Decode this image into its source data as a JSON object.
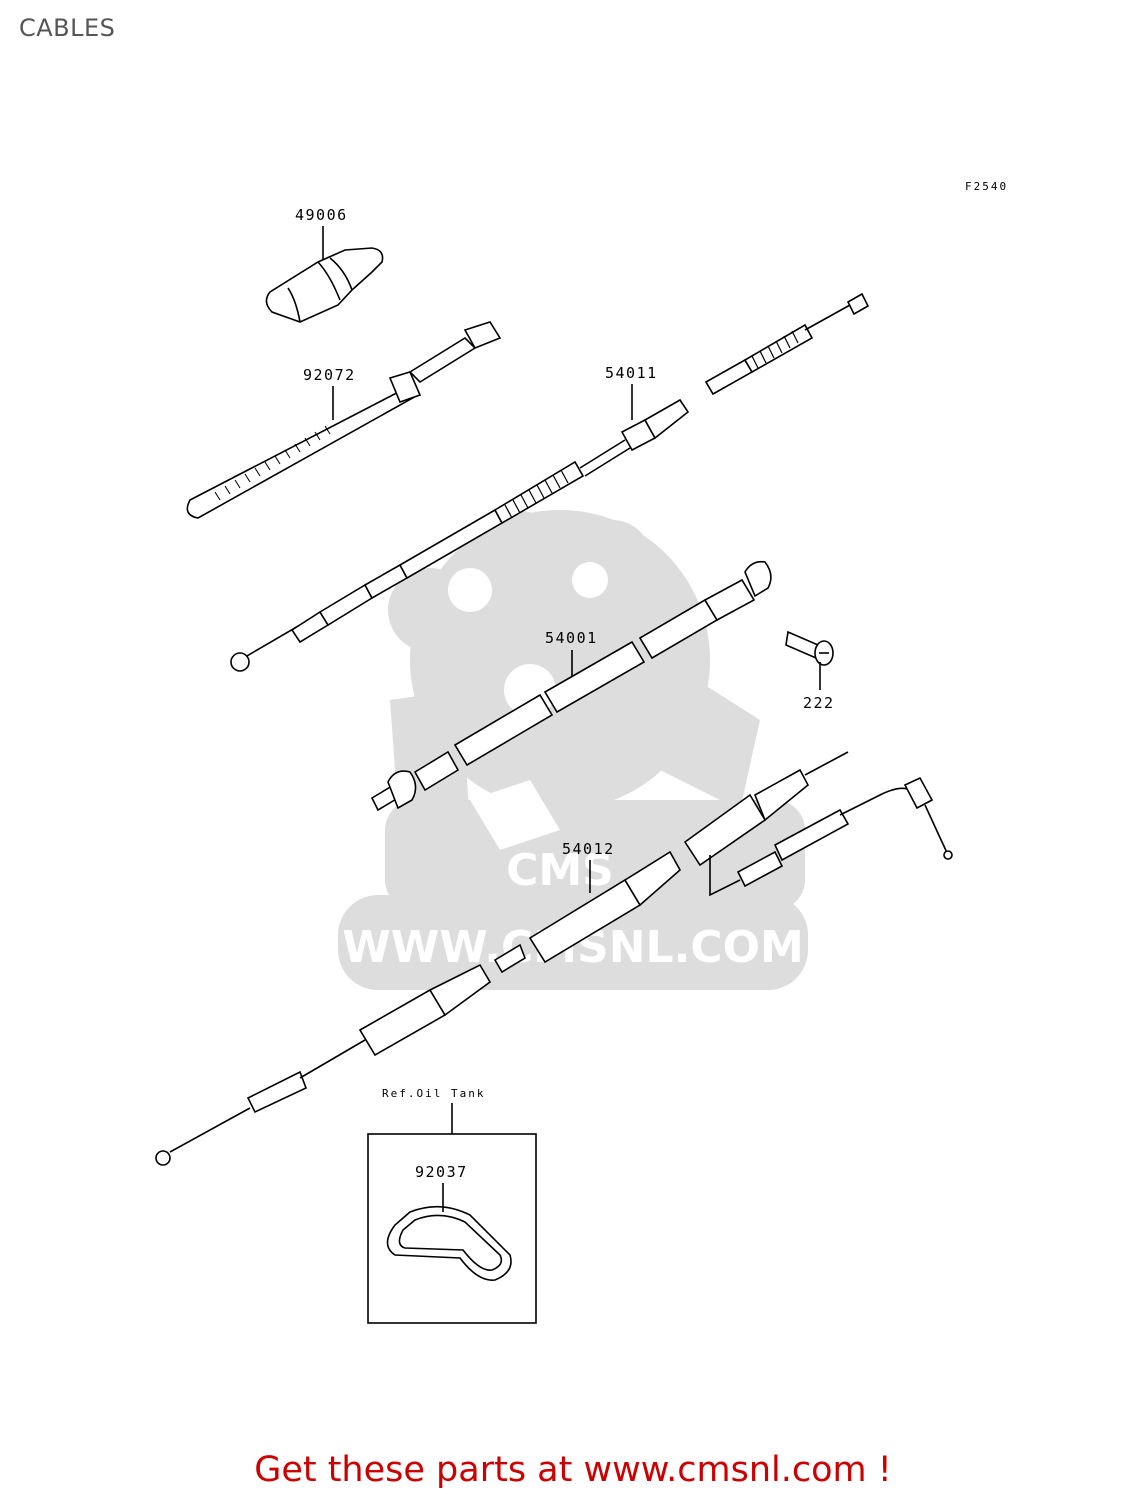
{
  "page": {
    "title": "CABLES",
    "figure_code": "F2540",
    "footer": "Get these parts at www.cmsnl.com !"
  },
  "watermark": {
    "text": "WWW.CMSNL.COM",
    "letters": "CMS",
    "color": "#dddddd"
  },
  "parts": [
    {
      "number": "49006"
    },
    {
      "number": "92072"
    },
    {
      "number": "54011"
    },
    {
      "number": "54001"
    },
    {
      "number": "222"
    },
    {
      "number": "54012"
    },
    {
      "number": "92037"
    }
  ],
  "inset": {
    "title": "Ref.Oil Tank"
  }
}
